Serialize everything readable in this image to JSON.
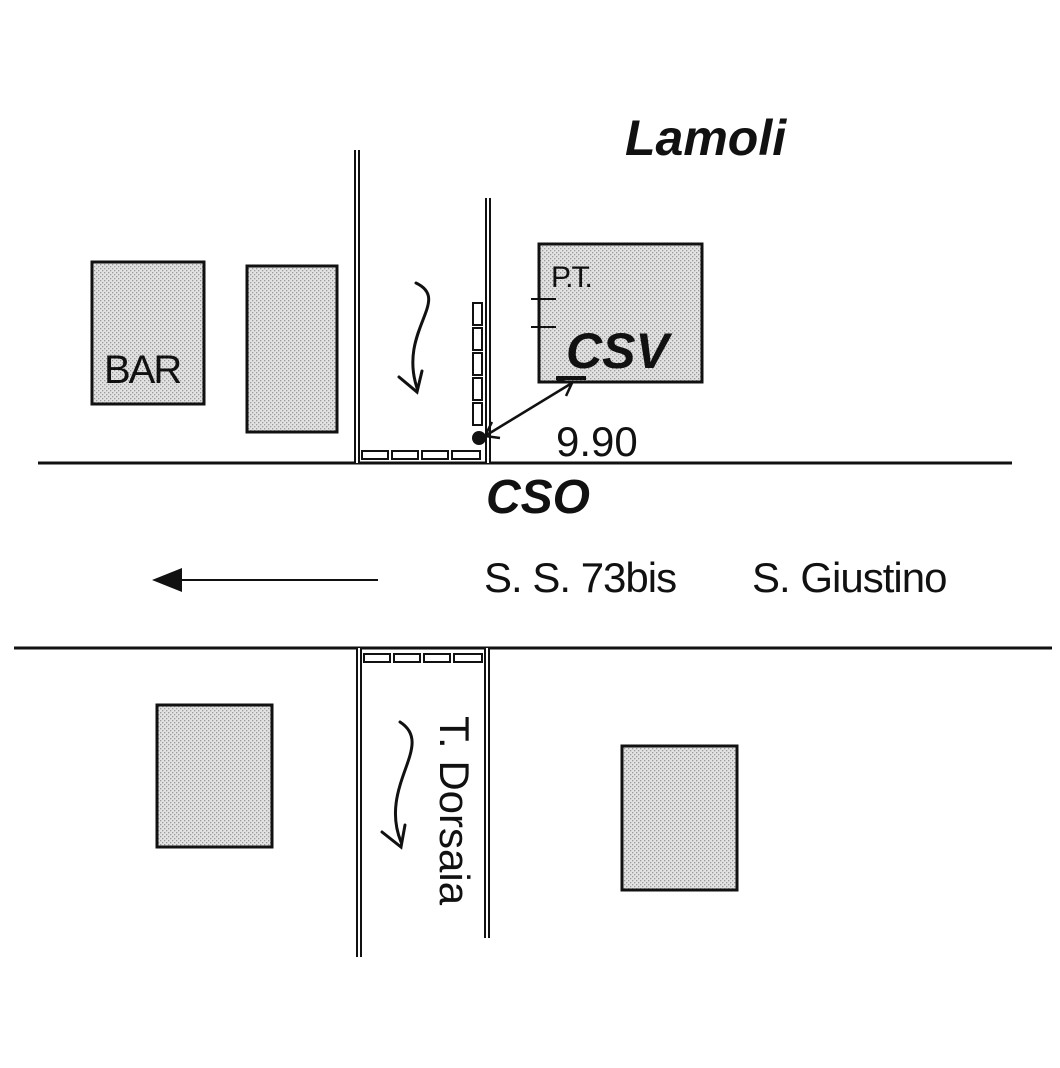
{
  "labels": {
    "town": "Lamoli",
    "bar": "BAR",
    "pt": "P.T.",
    "csv": "CSV",
    "distance": "9.90",
    "cso": "CSO",
    "road": "S. S. 73bis",
    "road_destination": "S. Giustino",
    "stream": "T. Dorsaia"
  },
  "colors": {
    "ink": "#111111",
    "building_fill": "#d6d6d6",
    "background": "#ffffff"
  },
  "icons": {
    "flow_direction": "curved-arrow-down-icon",
    "road_direction": "arrow-left-icon",
    "station_marker": "filled-dot-icon"
  }
}
